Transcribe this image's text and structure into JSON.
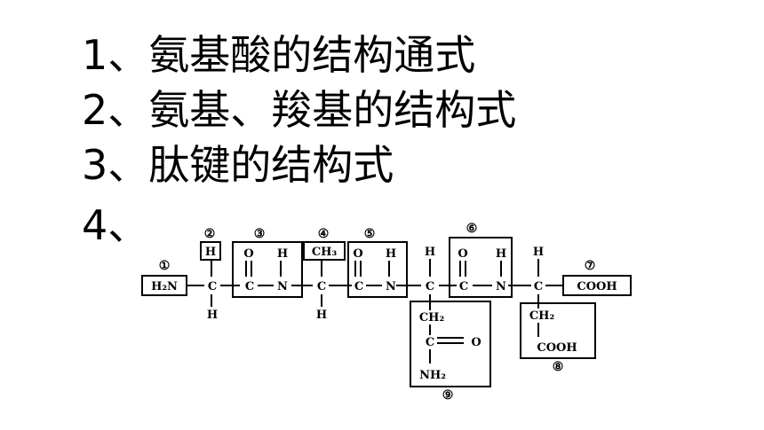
{
  "lines": [
    "1、氨基酸的结构通式",
    "2、氨基、羧基的结构式",
    "3、肽键的结构式",
    "4、"
  ],
  "formula": {
    "n_terminus": "H₂N",
    "carboxyl_end": "COOH",
    "atom_c": "C",
    "atom_n": "N",
    "atom_h": "H",
    "atom_o": "O",
    "r_methyl": "CH₃",
    "r_ch2": "CH₂",
    "r_nh2": "NH₂",
    "r_cooh": "COOH",
    "markers": [
      "①",
      "②",
      "③",
      "④",
      "⑤",
      "⑥",
      "⑦",
      "⑧",
      "⑨"
    ]
  }
}
